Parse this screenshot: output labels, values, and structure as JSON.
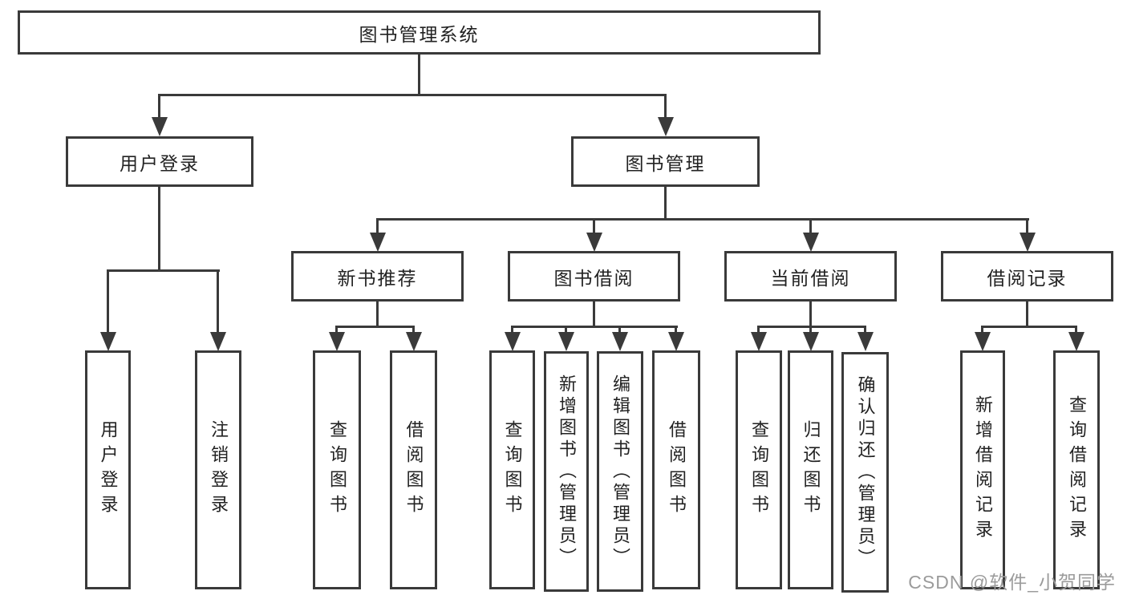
{
  "diagram_type": "hierarchy-diagram",
  "tree": {
    "root": "图书管理系统",
    "children": [
      {
        "label": "用户登录",
        "children": [
          "用户登录",
          "注销登录"
        ]
      },
      {
        "label": "图书管理",
        "children": [
          {
            "label": "新书推荐",
            "children": [
              "查询图书",
              "借阅图书"
            ]
          },
          {
            "label": "图书借阅",
            "children": [
              "查询图书",
              "新增图书（管理员）",
              "编辑图书（管理员）",
              "借阅图书"
            ]
          },
          {
            "label": "当前借阅",
            "children": [
              "查询图书",
              "归还图书",
              "确认归还（管理员）"
            ]
          },
          {
            "label": "借阅记录",
            "children": [
              "新增借阅记录",
              "查询借阅记录"
            ]
          }
        ]
      }
    ]
  },
  "watermark": {
    "text": "CSDN @软件_小贺同学"
  },
  "colors": {
    "line": "#3a3a3a",
    "text": "#222222",
    "watermark": "#9b9b9b",
    "background": "#ffffff"
  }
}
